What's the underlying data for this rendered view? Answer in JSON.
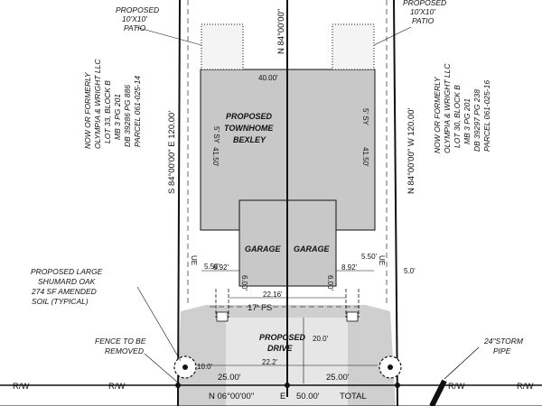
{
  "patio_left": [
    "PROPOSED",
    "10'X10'",
    "PATIO"
  ],
  "patio_right": [
    "PROPOSED",
    "10'X10'",
    "PATIO"
  ],
  "owner_left": [
    "NOW OR FORMERLY",
    "OLYMPIA & WRIGHT LLC",
    "LOT 33, BLOCK B",
    "MB 3 PG 201",
    "DB 39286 PG 886",
    "PARCEL 061-025-14"
  ],
  "owner_right": [
    "NOW OR FORMERLY",
    "OLYMPIA & WRIGHT LLC",
    "LOT 30, BLOCK B",
    "MB 3 PG 201",
    "DB 39297 PG 238",
    "PARCEL 061-025-16"
  ],
  "bearing_left": "S 84°00'00\" E 120.00'",
  "bearing_right": "N 84°00'00\" W 120.00'",
  "bearing_center": "N 84°00'00\"",
  "building": {
    "width_dim": "40.00'",
    "label": [
      "PROPOSED",
      "TOWNHOME",
      "BEXLEY"
    ],
    "depth_left": "41.50'",
    "depth_right": "41.50'",
    "setback_left": "5' SY",
    "setback_right": "5' SY"
  },
  "garage_left": "GARAGE",
  "garage_right": "GARAGE",
  "dims": {
    "ue_left": "UE",
    "ue_right": "UE",
    "d550_left": "5.50'",
    "d550_right": "5.50'",
    "d892_left": "8.92'",
    "d892_right": "8.92'",
    "d600_left": "6.00'",
    "d600_right": "6.00'",
    "d2216": "22.16'",
    "fs": "17' FS",
    "d50": "5.0'",
    "drive_width": "20.0'",
    "d222": "22.2'",
    "d100": "10.0'",
    "frontage_left": "25.00'",
    "frontage_right": "25.00'"
  },
  "drive_label": [
    "PROPOSED",
    "DRIVE"
  ],
  "tree_label": [
    "PROPOSED LARGE",
    "SHUMARD OAK",
    "274 SF AMENDED",
    "SOIL (TYPICAL)"
  ],
  "fence_label": [
    "FENCE TO BE",
    "REMOVED"
  ],
  "storm_label": [
    "24\"STORM",
    "PIPE"
  ],
  "rw_left": "R/W",
  "rw_mid": "R/W",
  "rw_right1": "R/W",
  "rw_right2": "R/W",
  "total_line": {
    "bearing": "N 06°00'00\"",
    "dir": "E",
    "dist": "50.00'",
    "total": "TOTAL"
  },
  "colors": {
    "building": "#c8c8c8",
    "line": "#111111",
    "dash": "#444444"
  }
}
